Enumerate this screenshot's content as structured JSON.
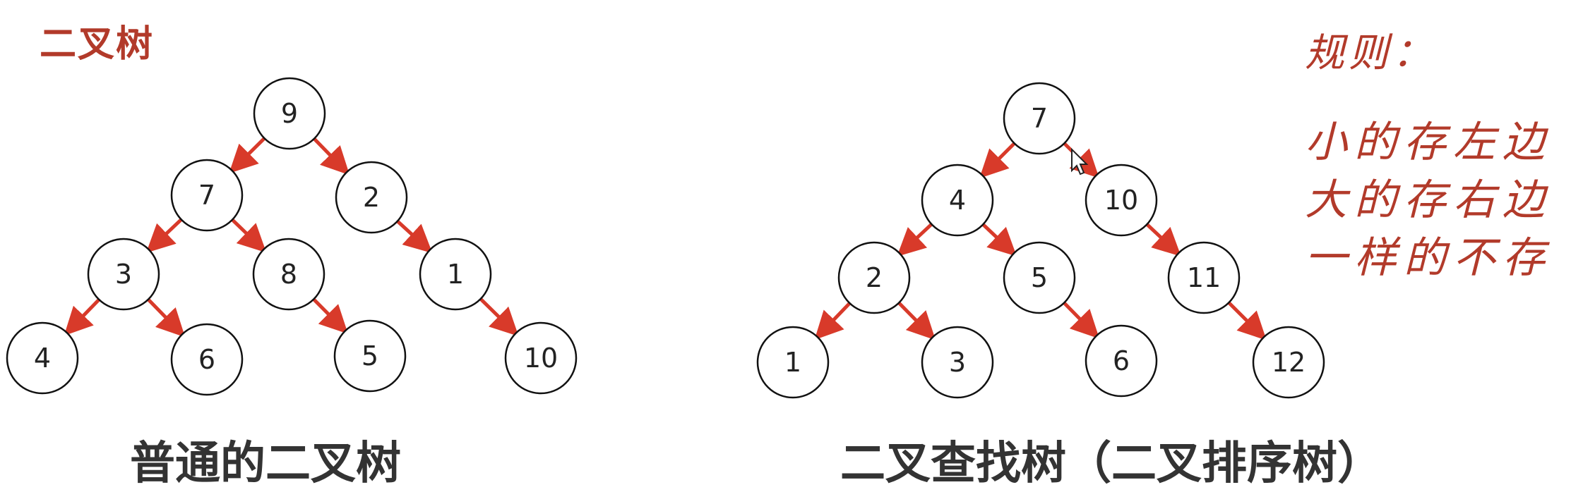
{
  "header": {
    "title": "二叉树"
  },
  "rules": {
    "title": "规则：",
    "lines": [
      "小的存左边",
      "大的存右边",
      "一样的不存"
    ]
  },
  "colors": {
    "edge": "#d83a2a",
    "accent_text": "#b23a2a",
    "caption": "#333333",
    "node_stroke": "#111111"
  },
  "trees": [
    {
      "caption": "普通的二叉树",
      "nodes": [
        {
          "id": "a9",
          "label": "9"
        },
        {
          "id": "a7",
          "label": "7"
        },
        {
          "id": "a2",
          "label": "2"
        },
        {
          "id": "a3",
          "label": "3"
        },
        {
          "id": "a8",
          "label": "8"
        },
        {
          "id": "a1",
          "label": "1"
        },
        {
          "id": "a4",
          "label": "4"
        },
        {
          "id": "a6",
          "label": "6"
        },
        {
          "id": "a5",
          "label": "5"
        },
        {
          "id": "a10",
          "label": "10"
        }
      ],
      "edges": [
        [
          "a9",
          "a7"
        ],
        [
          "a9",
          "a2"
        ],
        [
          "a7",
          "a3"
        ],
        [
          "a7",
          "a8"
        ],
        [
          "a2",
          "a1"
        ],
        [
          "a3",
          "a4"
        ],
        [
          "a3",
          "a6"
        ],
        [
          "a8",
          "a5"
        ],
        [
          "a1",
          "a10"
        ]
      ]
    },
    {
      "caption": "二叉查找树（二叉排序树）",
      "nodes": [
        {
          "id": "b7",
          "label": "7"
        },
        {
          "id": "b4",
          "label": "4"
        },
        {
          "id": "b10",
          "label": "10"
        },
        {
          "id": "b2",
          "label": "2"
        },
        {
          "id": "b5",
          "label": "5"
        },
        {
          "id": "b11",
          "label": "11"
        },
        {
          "id": "b1",
          "label": "1"
        },
        {
          "id": "b3",
          "label": "3"
        },
        {
          "id": "b6",
          "label": "6"
        },
        {
          "id": "b12",
          "label": "12"
        }
      ],
      "edges": [
        [
          "b7",
          "b4"
        ],
        [
          "b7",
          "b10"
        ],
        [
          "b4",
          "b2"
        ],
        [
          "b4",
          "b5"
        ],
        [
          "b10",
          "b11"
        ],
        [
          "b2",
          "b1"
        ],
        [
          "b2",
          "b3"
        ],
        [
          "b5",
          "b6"
        ],
        [
          "b11",
          "b12"
        ]
      ]
    }
  ]
}
